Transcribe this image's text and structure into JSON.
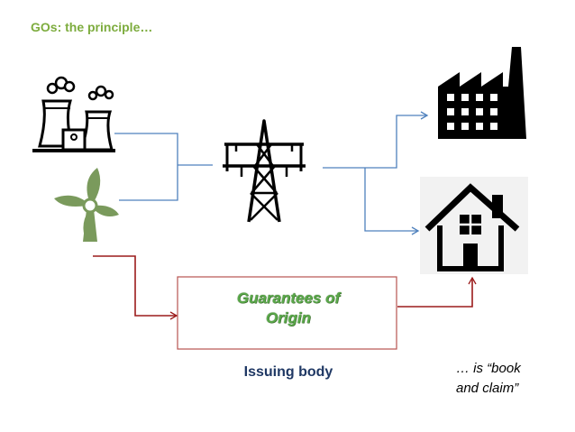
{
  "title": "GOs: the principle…",
  "box": {
    "line1": "Guarantees of",
    "line2": "Origin"
  },
  "issuing_body": "Issuing body",
  "claim": {
    "line1": "… is “book",
    "line2": "and claim”"
  },
  "colors": {
    "title": "#7dac3e",
    "blue_line": "#4f81bd",
    "red_line": "#9b1b1b",
    "box_border": "#b85450",
    "box_text": "#5aa84a",
    "issuing_text": "#1f3864",
    "wind": "#7a9a5c"
  },
  "icons": [
    "power-plant-icon",
    "wind-turbine-icon",
    "pylon-icon",
    "factory-icon",
    "house-icon"
  ]
}
